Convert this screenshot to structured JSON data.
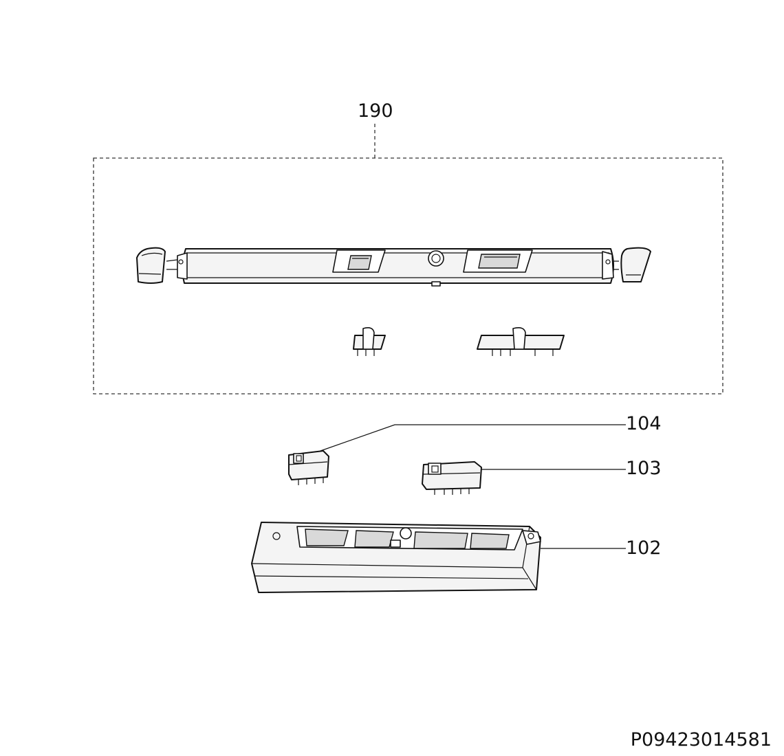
{
  "callouts": {
    "group_190": "190",
    "part_104": "104",
    "part_103": "103",
    "part_102": "102"
  },
  "drawing_code": "P09423014581",
  "colors": {
    "line": "#111111",
    "fill": "#f4f4f4",
    "shade": "#d9d9d9"
  }
}
